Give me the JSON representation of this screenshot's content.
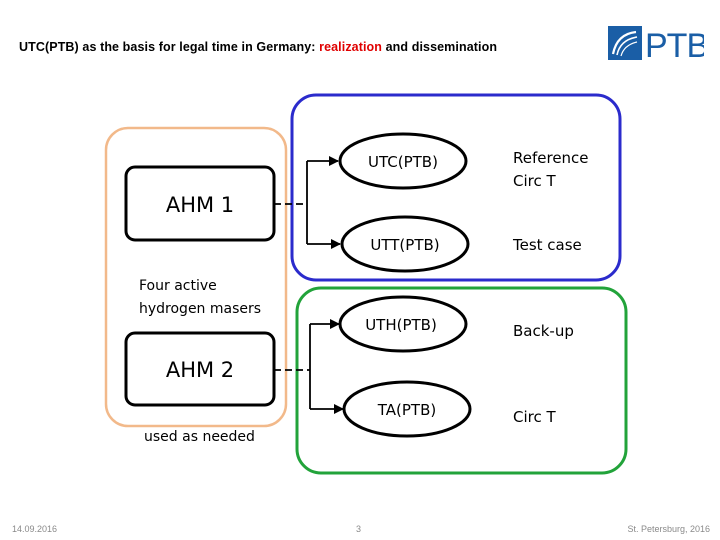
{
  "header": {
    "title_prefix": "UTC(PTB) as the basis for legal time in Germany: ",
    "title_accent": "realization",
    "title_suffix": " and dissemination",
    "accent_color": "#e00000",
    "logo_text": "PTB",
    "logo_color": "#1a5ea6"
  },
  "diagram": {
    "masers": [
      {
        "name": "AHM 1"
      },
      {
        "name": "AHM 2"
      }
    ],
    "group_label_line1": "Four active",
    "group_label_line2": "hydrogen masers",
    "group_note": "used as needed",
    "group_color": "#f2b98a",
    "blue_group_color": "#2b2bcc",
    "green_group_color": "#22a33a",
    "scales": [
      {
        "name": "UTC(PTB)",
        "role_line1": "Reference",
        "role_line2": "Circ T"
      },
      {
        "name": "UTT(PTB)",
        "role_line1": "Test case",
        "role_line2": ""
      },
      {
        "name": "UTH(PTB)",
        "role_line1": "Back-up",
        "role_line2": ""
      },
      {
        "name": "TA(PTB)",
        "role_line1": "Circ T",
        "role_line2": ""
      }
    ]
  },
  "footer": {
    "date": "14.09.2016",
    "page": "3",
    "place": "St. Petersburg, 2016"
  }
}
